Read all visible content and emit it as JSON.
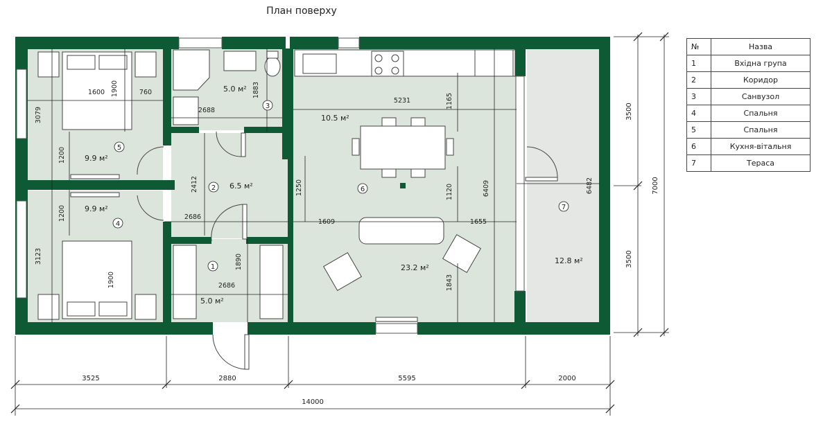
{
  "title": "План поверху",
  "colors": {
    "wall": "#0d5a34",
    "room_fill": "#dbe5dc",
    "terrace_fill": "#e4e7e4",
    "line": "#333333"
  },
  "legend": {
    "header": {
      "num": "№",
      "name": "Назва"
    },
    "rows": [
      {
        "num": "1",
        "name": "Вхідна група"
      },
      {
        "num": "2",
        "name": "Коридор"
      },
      {
        "num": "3",
        "name": "Санвузол"
      },
      {
        "num": "4",
        "name": "Спальня"
      },
      {
        "num": "5",
        "name": "Спальня"
      },
      {
        "num": "6",
        "name": "Кухня-вітальня"
      },
      {
        "num": "7",
        "name": "Тераса"
      }
    ]
  },
  "rooms": [
    {
      "id": "1",
      "area": "5.0 м²"
    },
    {
      "id": "2",
      "area": "6.5 м²"
    },
    {
      "id": "3",
      "area": "5.0 м²"
    },
    {
      "id": "4",
      "area": "9.9 м²"
    },
    {
      "id": "5",
      "area": "9.9 м²"
    },
    {
      "id": "6a",
      "area": "10.5 м²"
    },
    {
      "id": "6",
      "area": "23.2 м²"
    },
    {
      "id": "7",
      "area": "12.8 м²"
    }
  ],
  "dimensions": {
    "bottom": [
      "3525",
      "2880",
      "5595",
      "2000"
    ],
    "total": "14000",
    "right_parts": [
      "3500",
      "3500"
    ],
    "right_total": "7000",
    "terrace_depth": "6482",
    "inner": [
      "1600",
      "1900",
      "760",
      "3079",
      "1200",
      "1200",
      "3123",
      "1900",
      "2688",
      "1883",
      "2412",
      "2686",
      "1890",
      "2686",
      "5231",
      "1165",
      "1250",
      "1120",
      "6409",
      "1609",
      "1655",
      "1843"
    ]
  }
}
